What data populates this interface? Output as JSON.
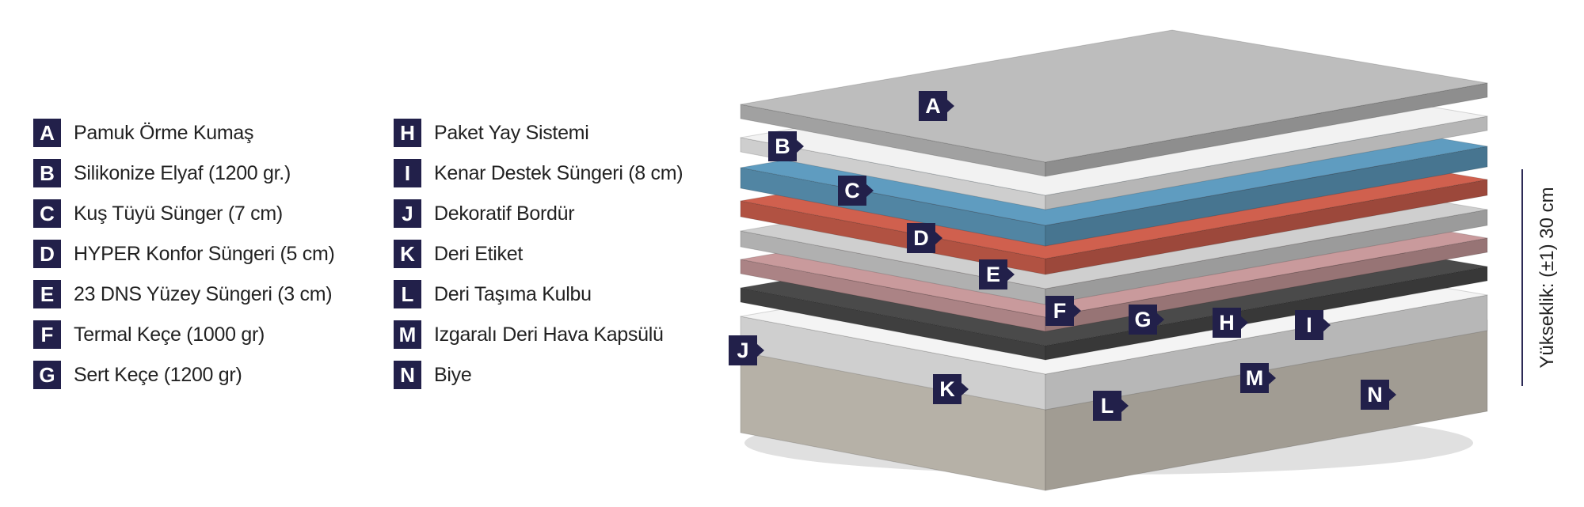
{
  "legend": {
    "left": [
      {
        "key": "A",
        "label": "Pamuk Örme Kumaş"
      },
      {
        "key": "B",
        "label": "Silikonize Elyaf (1200 gr.)"
      },
      {
        "key": "C",
        "label": "Kuş Tüyü Sünger (7 cm)"
      },
      {
        "key": "D",
        "label": "HYPER Konfor Süngeri (5 cm)"
      },
      {
        "key": "E",
        "label": "23 DNS Yüzey Süngeri (3 cm)"
      },
      {
        "key": "F",
        "label": "Termal Keçe (1000 gr)"
      },
      {
        "key": "G",
        "label": "Sert Keçe (1200 gr)"
      }
    ],
    "right": [
      {
        "key": "H",
        "label": "Paket Yay Sistemi"
      },
      {
        "key": "I",
        "label": "Kenar Destek Süngeri (8 cm)"
      },
      {
        "key": "J",
        "label": "Dekoratif Bordür"
      },
      {
        "key": "K",
        "label": "Deri Etiket"
      },
      {
        "key": "L",
        "label": "Deri Taşıma Kulbu"
      },
      {
        "key": "M",
        "label": "Izgaralı Deri Hava Kapsülü"
      },
      {
        "key": "N",
        "label": "Biye"
      }
    ]
  },
  "mattress_labels": [
    "A",
    "B",
    "C",
    "D",
    "E",
    "F",
    "G",
    "H",
    "I",
    "J",
    "K",
    "L",
    "M",
    "N"
  ],
  "height_label": "Yükseklik: (±1) 30 cm",
  "colors": {
    "badge": "#22204a",
    "quilt": "#bdbdbd",
    "fiber": "#f2f2f2",
    "blue": "#5f9cc0",
    "red": "#d0604e",
    "grey": "#cfcfcf",
    "pink": "#c99a9c",
    "dark": "#4a4a4a",
    "springs": "#f4f4f4",
    "base": "#d6d0c4"
  }
}
